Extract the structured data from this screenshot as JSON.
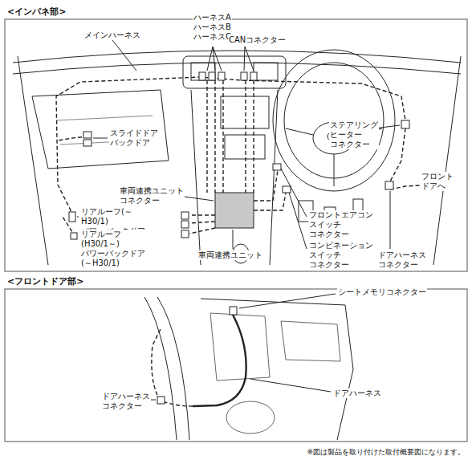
{
  "diagram": {
    "labels": [
      "<インパネ部>",
      "メインハーネス",
      "ハーネスA",
      "ハーネスB",
      "ハーネスC",
      "CANコネクター",
      "スライドドア バックドア",
      "ステアリング ヒーター コネクター",
      "フロント ドアへ",
      "車両連携ユニット コネクター",
      "リアルーフ(～H30/1) パワーバックドア(H30/1～)",
      "リアルーフ(H30/1～) パワーバックドア(～H30/1)",
      "車両連携ユニット",
      "フロントエアコン スイッチ コネクター",
      "コンビネーション スイッチ コネクター",
      "ドアハーネス コネクター",
      "<フロントドア部>",
      "シートメモリコネクター",
      "ドアハーネス",
      "ドアハーネス コネクター"
    ],
    "caption": "※図は製品を取り付けた取付概要図になります。"
  }
}
